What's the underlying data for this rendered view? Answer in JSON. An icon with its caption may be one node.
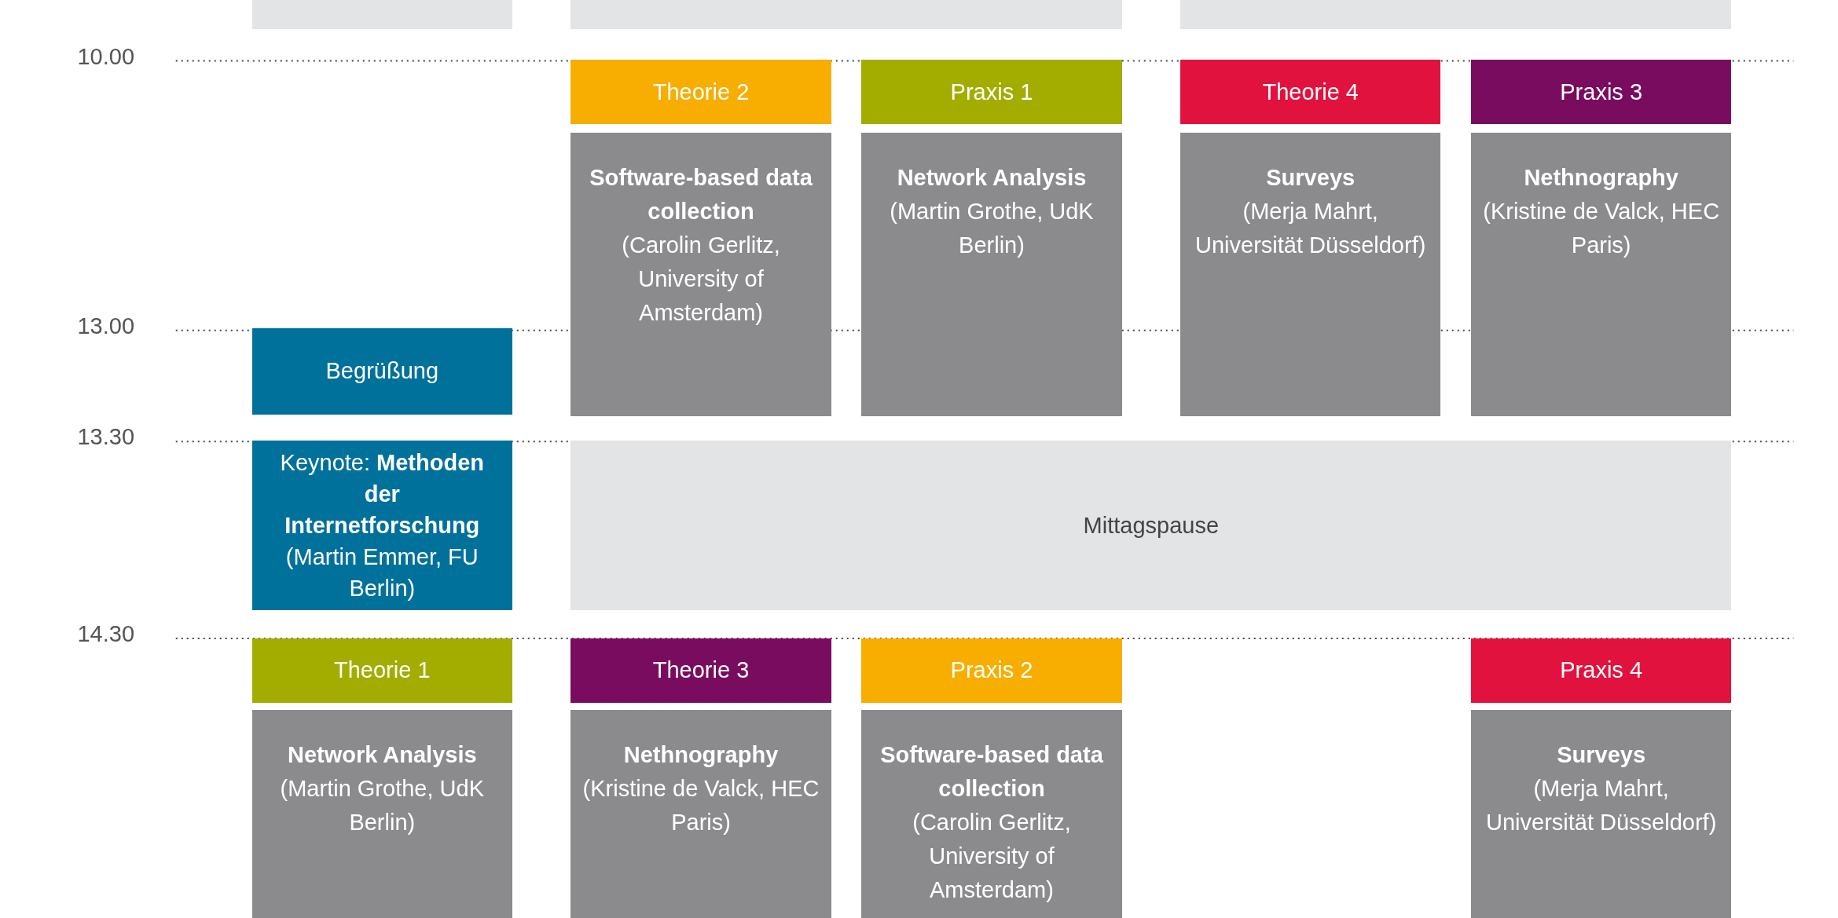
{
  "diagram": {
    "nodes": [
      {
        "text": [],
        "shape": "bar"
      },
      {
        "text": [],
        "shape": "bar"
      },
      {
        "text": [],
        "shape": "bar"
      },
      {
        "text": [
          "Theorie 2"
        ]
      },
      {
        "text": [
          "Praxis 1"
        ]
      },
      {
        "text": [
          "Theorie 4"
        ]
      },
      {
        "text": [
          "Praxis 3"
        ]
      },
      {
        "text": [
          "Software-based data collection",
          "(Carolin Gerlitz, University of Amsterdam)"
        ]
      },
      {
        "text": [
          "Network Analysis",
          "(Martin Grothe, UdK Berlin)"
        ]
      },
      {
        "text": [
          "Surveys",
          "(Merja Mahrt, Universität Düsseldorf)"
        ]
      },
      {
        "text": [
          "Nethnography",
          "(Kristine de Valck, HEC Paris)"
        ]
      },
      {
        "text": [
          "Begrüßung"
        ]
      },
      {
        "text": [
          "Keynote: **Methoden der Internetforschung** (Martin Emmer, FU Berlin)"
        ]
      },
      {
        "text": [
          "Mittagspause"
        ]
      },
      {
        "text": [
          "Theorie 1"
        ]
      },
      {
        "text": [
          "Theorie 3"
        ]
      },
      {
        "text": [
          "Praxis 2"
        ]
      },
      {
        "text": [
          "Praxis 4"
        ]
      },
      {
        "text": [
          "Network Analysis",
          "(Martin Grothe, UdK Berlin)"
        ]
      },
      {
        "text": [
          "Nethnography",
          "(Kristine de Valck, HEC Paris)"
        ]
      },
      {
        "text": [
          "Software-based data collection",
          "(Carolin Gerlitz, University of Amsterdam)"
        ]
      },
      {
        "text": [
          "Surveys",
          "(Merja Mahrt, Universität Düsseldorf)"
        ]
      }
    ],
    "edges": [],
    "labels": [
      "10.00",
      "13.00",
      "13.30",
      "14.30"
    ]
  }
}
